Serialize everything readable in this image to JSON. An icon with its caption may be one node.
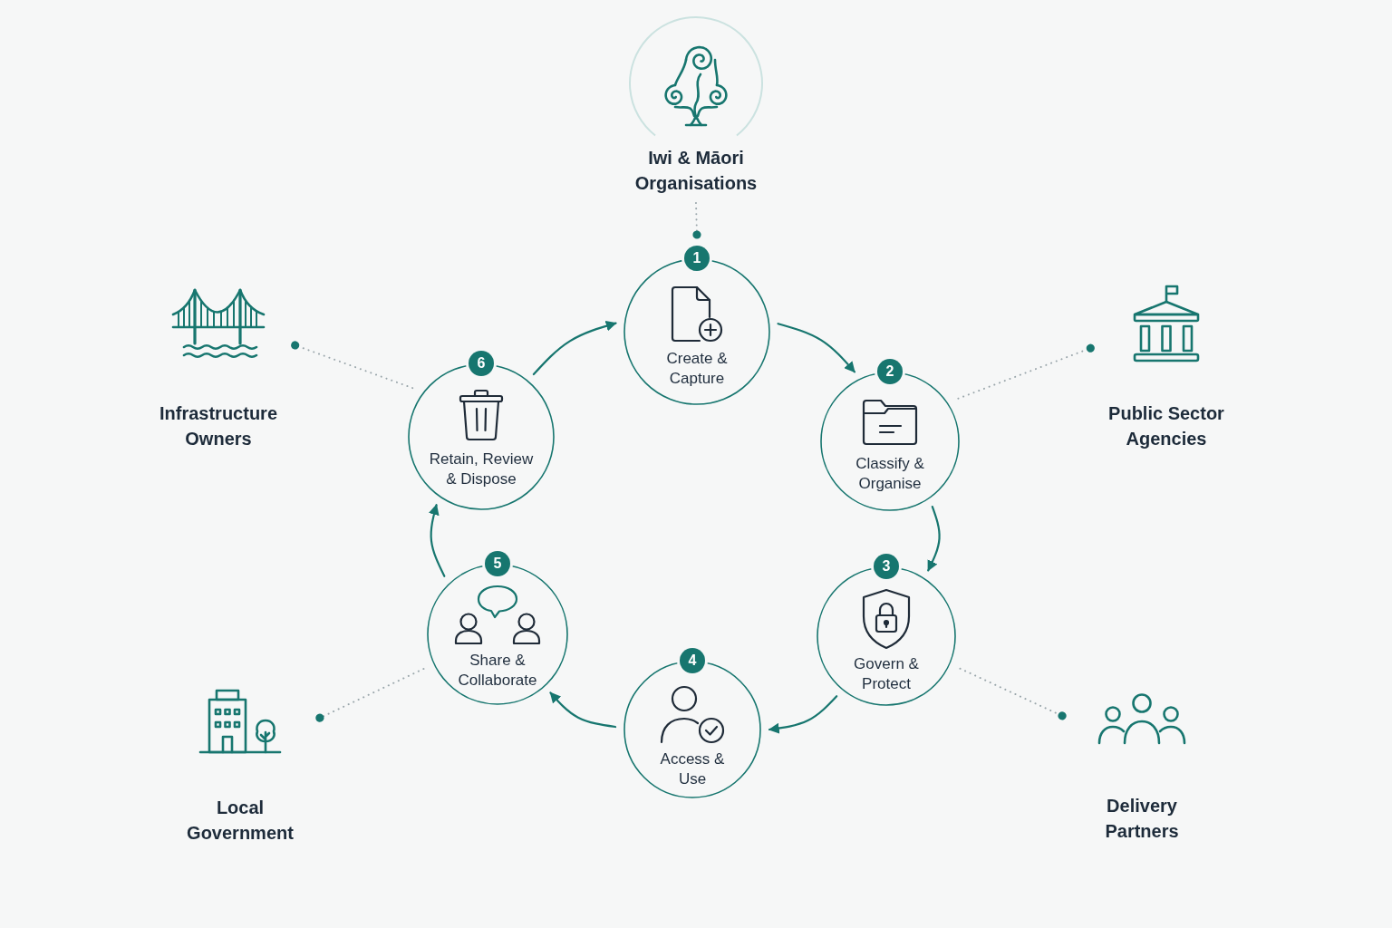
{
  "diagram": {
    "nodes": [
      {
        "text": [
          "Iwi & Māori Organisations"
        ]
      },
      {
        "text": [
          "1",
          "Create & Capture"
        ]
      },
      {
        "text": [
          "2",
          "Classify & Organise"
        ]
      },
      {
        "text": [
          "3",
          "Govern & Protect"
        ]
      },
      {
        "text": [
          "4",
          "Access & Use"
        ]
      },
      {
        "text": [
          "5",
          "Share & Collaborate"
        ]
      },
      {
        "text": [
          "6",
          "Retain, Review & Dispose"
        ]
      },
      {
        "text": [
          "Infrastructure Owners"
        ]
      },
      {
        "text": [
          "Public Sector Agencies"
        ]
      },
      {
        "text": [
          "Local Government"
        ]
      },
      {
        "text": [
          "Delivery Partners"
        ]
      }
    ],
    "edges": [
      {
        "from": 1,
        "to": 2,
        "arrow": "to"
      },
      {
        "from": 2,
        "to": 3,
        "arrow": "to"
      },
      {
        "from": 3,
        "to": 4,
        "arrow": "to"
      },
      {
        "from": 4,
        "to": 5,
        "arrow": "to"
      },
      {
        "from": 5,
        "to": 6,
        "arrow": "to"
      },
      {
        "from": 6,
        "to": 1,
        "arrow": "to"
      },
      {
        "from": 0,
        "to": 1,
        "arrow": "other",
        "style": "dashed",
        "color": "#9aa6ab"
      },
      {
        "from": 6,
        "to": 7,
        "arrow": "other",
        "style": "dashed",
        "color": "#9aa6ab"
      },
      {
        "from": 2,
        "to": 8,
        "arrow": "other",
        "style": "dashed",
        "color": "#9aa6ab"
      },
      {
        "from": 5,
        "to": 9,
        "arrow": "other",
        "style": "dashed",
        "color": "#9aa6ab"
      },
      {
        "from": 3,
        "to": 10,
        "arrow": "other",
        "style": "dashed",
        "color": "#9aa6ab"
      }
    ]
  }
}
